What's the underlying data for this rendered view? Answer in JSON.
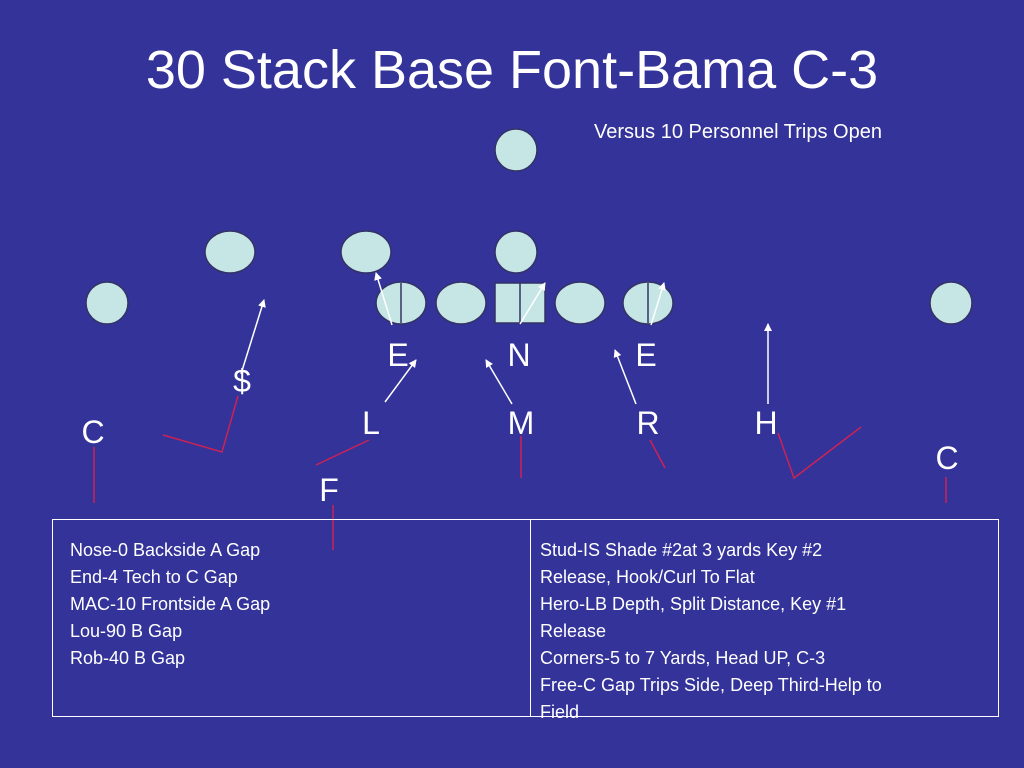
{
  "slide": {
    "title": "30 Stack Base Font-Bama C-3",
    "subtitle": "Versus 10 Personnel Trips Open",
    "background": "#333399",
    "player_fill": "#c6e5e5",
    "arrow_color": "#ffffff",
    "read_line_color": "#cc2255"
  },
  "defense": {
    "end_left": "E",
    "nose": "N",
    "end_right": "E",
    "money": "$",
    "corner_left": "C",
    "lou": "L",
    "mac": "M",
    "rob": "R",
    "hero": "H",
    "corner_right": "C",
    "free": "F"
  },
  "assignments": {
    "left": [
      "Nose-0 Backside A Gap",
      "End-4 Tech to C Gap",
      "MAC-10 Frontside A Gap",
      "Lou-90 B Gap",
      "Rob-40 B Gap"
    ],
    "right": [
      "Stud-IS Shade #2at 3 yards Key #2",
      "Release, Hook/Curl To Flat",
      "Hero-LB Depth, Split Distance, Key #1",
      "Release",
      "Corners-5 to 7 Yards, Head UP, C-3",
      "Free-C Gap Trips Side, Deep Third-Help to",
      "Field"
    ]
  }
}
